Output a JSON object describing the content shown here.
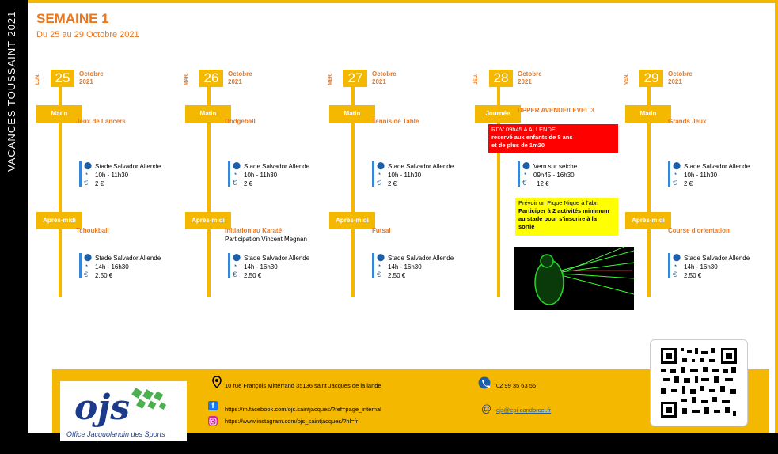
{
  "side_title": "VACANCES TOUSSAINT 2021",
  "title": "SEMAINE 1",
  "subtitle": "Du 25 au 29 Octobre 2021",
  "days": [
    {
      "abbr": "LUN.",
      "num": "25",
      "month": "Octobre",
      "year": "2021",
      "slot1": "Matin",
      "act1": "Jeux de Lancers",
      "loc1": "Stade Salvador Allende",
      "time1": "10h - 11h30",
      "price1": "2 €",
      "slot2": "Après-midi",
      "act2": "Tchoukball",
      "note2": "",
      "loc2": "Stade Salvador Allende",
      "time2": "14h - 16h30",
      "price2": "2,50 €"
    },
    {
      "abbr": "MAR.",
      "num": "26",
      "month": "Octobre",
      "year": "2021",
      "slot1": "Matin",
      "act1": "Dodgeball",
      "loc1": "Stade Salvador Allende",
      "time1": "10h - 11h30",
      "price1": "2 €",
      "slot2": "Après-midi",
      "act2": "Initiation au Karaté",
      "note2": "Participation Vincent Megnan",
      "loc2": "Stade Salvador Allende",
      "time2": "14h - 16h30",
      "price2": "2,50 €"
    },
    {
      "abbr": "MER.",
      "num": "27",
      "month": "Octobre",
      "year": "2021",
      "slot1": "Matin",
      "act1": "Tennis de Table",
      "loc1": "Stade Salvador Allende",
      "time1": "10h - 11h30",
      "price1": "2 €",
      "slot2": "Après-midi",
      "act2": "Futsal",
      "note2": "",
      "loc2": "Stade Salvador Allende",
      "time2": "14h - 16h30",
      "price2": "2,50 €"
    },
    {
      "abbr": "JEU.",
      "num": "28",
      "month": "Octobre",
      "year": "2021",
      "slot1": "Journée",
      "act1": "UPPER AVENUE/LEVEL 3",
      "loc1": "Vern sur seiche",
      "time1": "09h45 - 16h30",
      "price1": "12 €"
    },
    {
      "abbr": "VEN.",
      "num": "29",
      "month": "Octobre",
      "year": "2021",
      "slot1": "Matin",
      "act1": "Grands Jeux",
      "loc1": "Stade Salvador Allende",
      "time1": "10h - 11h30",
      "price1": "2 €",
      "slot2": "Après-midi",
      "act2": "Course d'orientation",
      "note2": "",
      "loc2": "Stade Salvador Allende",
      "time2": "14h - 16h30",
      "price2": "2,50 €"
    }
  ],
  "red_box": {
    "line1": "RDV 09h45 A ALLENDE",
    "line2": "reservé aux enfants de 8 ans",
    "line3": "et de plus de 1m20"
  },
  "yellow_box": {
    "line1": "Prévoir un Pique Nique à l'abri",
    "line2": "Participer à 2 activités minimum",
    "line3": "au stade pour s'inscrire à la",
    "line4": "sortie"
  },
  "footer": {
    "address": "10 rue François Mittérrand 35136 saint Jacques de la lande",
    "phone": "02 99 35 63 56",
    "facebook": "https://m.facebook.com/ojs.saintjacques/?ref=page_internal",
    "instagram": "https://www.instagram.com/ojs_saintjacques/?hl=fr",
    "email": "ojs@epi-condorcet.fr"
  },
  "logo": {
    "text": "ojs",
    "subtitle": "Office Jacquolandin des Sports"
  },
  "colors": {
    "accent": "#f5b800",
    "orange_text": "#e87722",
    "red": "#ff0000",
    "yellow": "#ffff00"
  }
}
